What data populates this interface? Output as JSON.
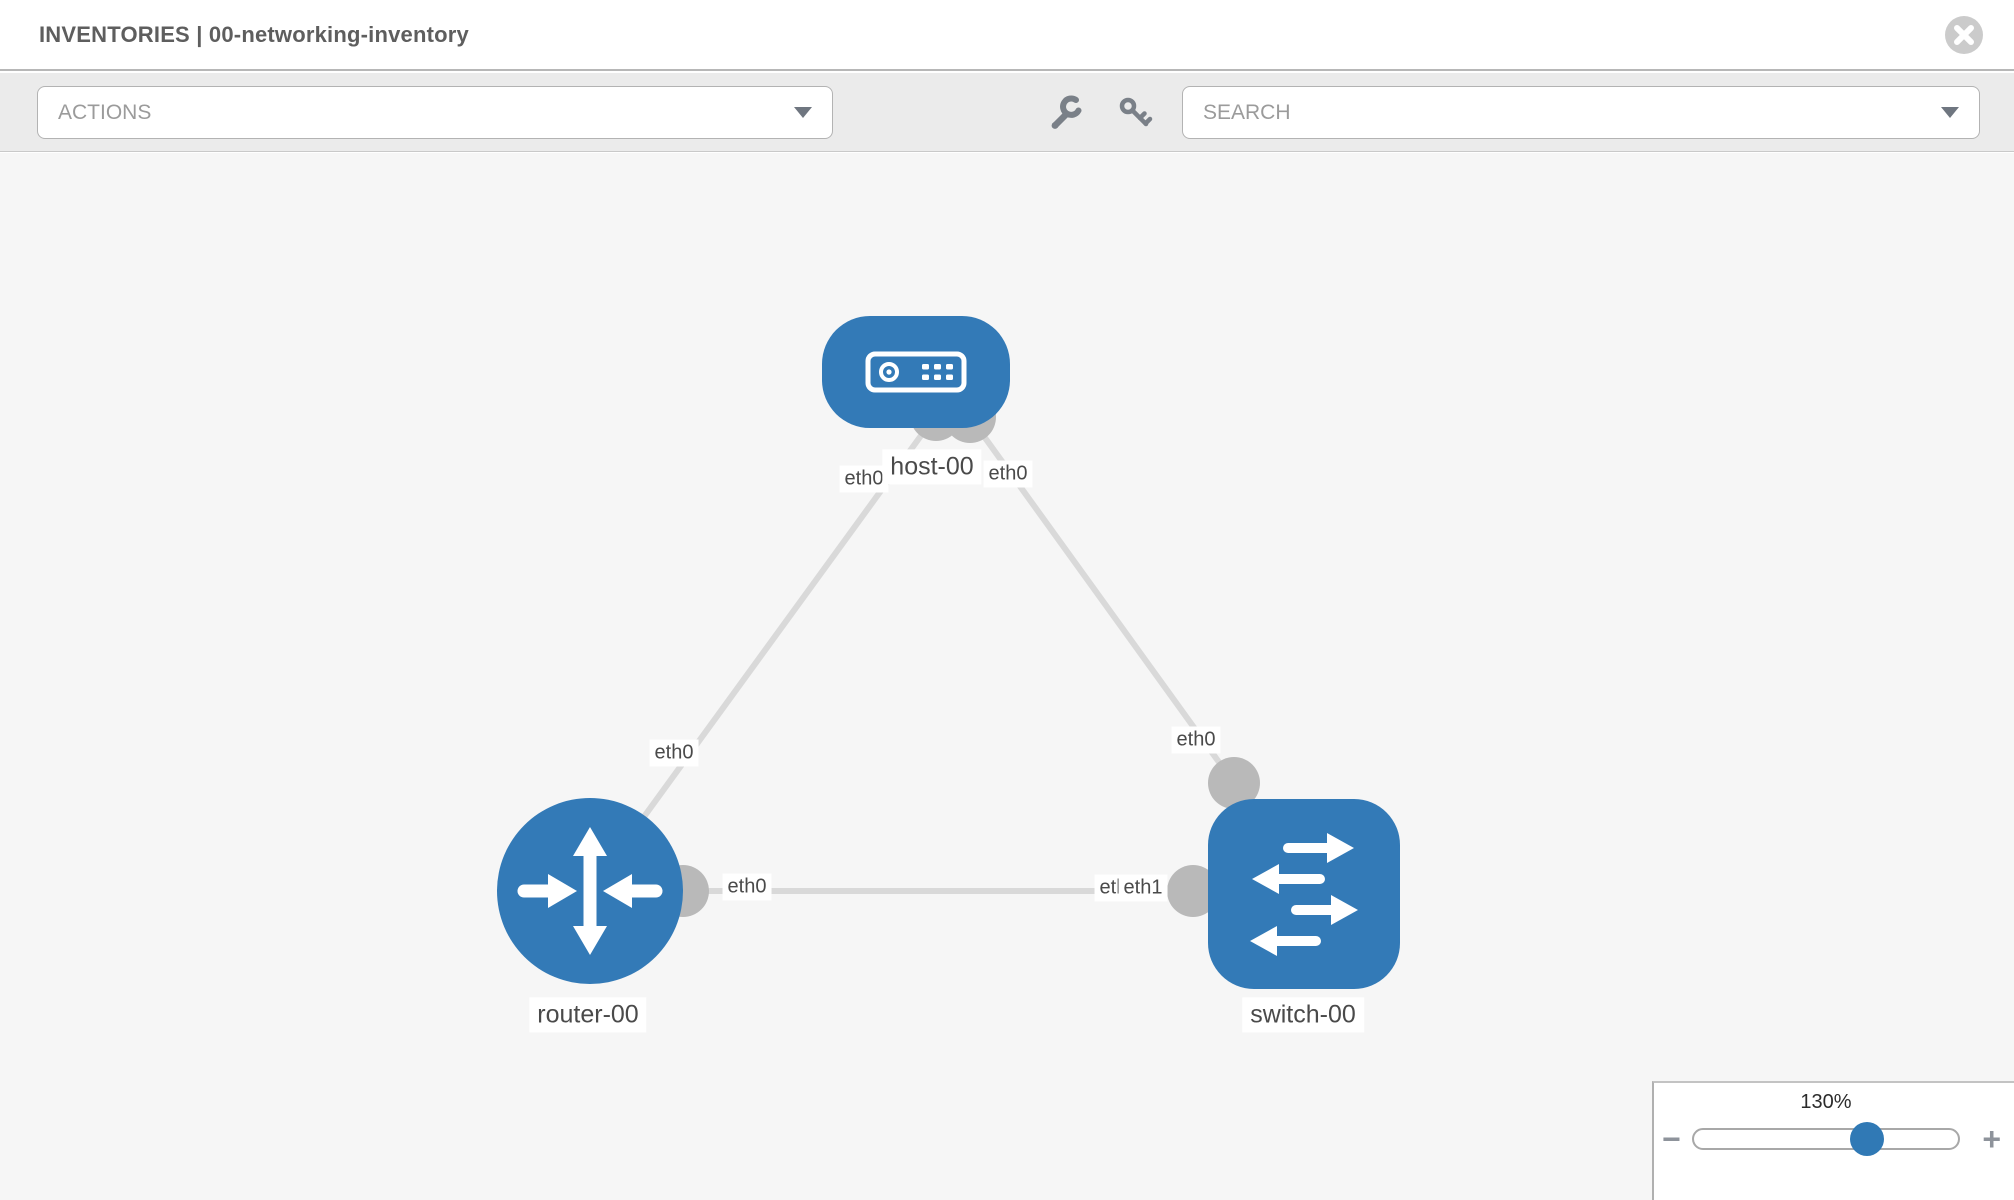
{
  "header": {
    "title": "INVENTORIES | 00-networking-inventory"
  },
  "toolbar": {
    "actions_label": "ACTIONS",
    "search_label": "SEARCH",
    "icons": [
      "wrench-icon",
      "key-icon"
    ]
  },
  "graph": {
    "nodes": [
      {
        "label": "host-00",
        "type": "host"
      },
      {
        "label": "router-00",
        "type": "router"
      },
      {
        "label": "switch-00",
        "type": "switch"
      }
    ],
    "links": [
      {
        "from": "host-00",
        "from_if": "eth0",
        "to": "router-00",
        "to_if": "eth0"
      },
      {
        "from": "host-00",
        "from_if": "eth0",
        "to": "switch-00",
        "to_if": "eth0"
      },
      {
        "from": "router-00",
        "from_if": "eth0",
        "to": "switch-00",
        "to_if": "eth1"
      }
    ],
    "overlap_hidden_if": "eth0"
  },
  "zoom_control": {
    "value": "130%",
    "minus": "−",
    "plus": "+"
  },
  "colors": {
    "node_blue": "#337ab7",
    "link_gray": "#d9d9d9",
    "connector_gray": "#b9b9b9",
    "canvas_bg": "#f6f6f6",
    "toolbar_bg": "#ebebeb"
  }
}
